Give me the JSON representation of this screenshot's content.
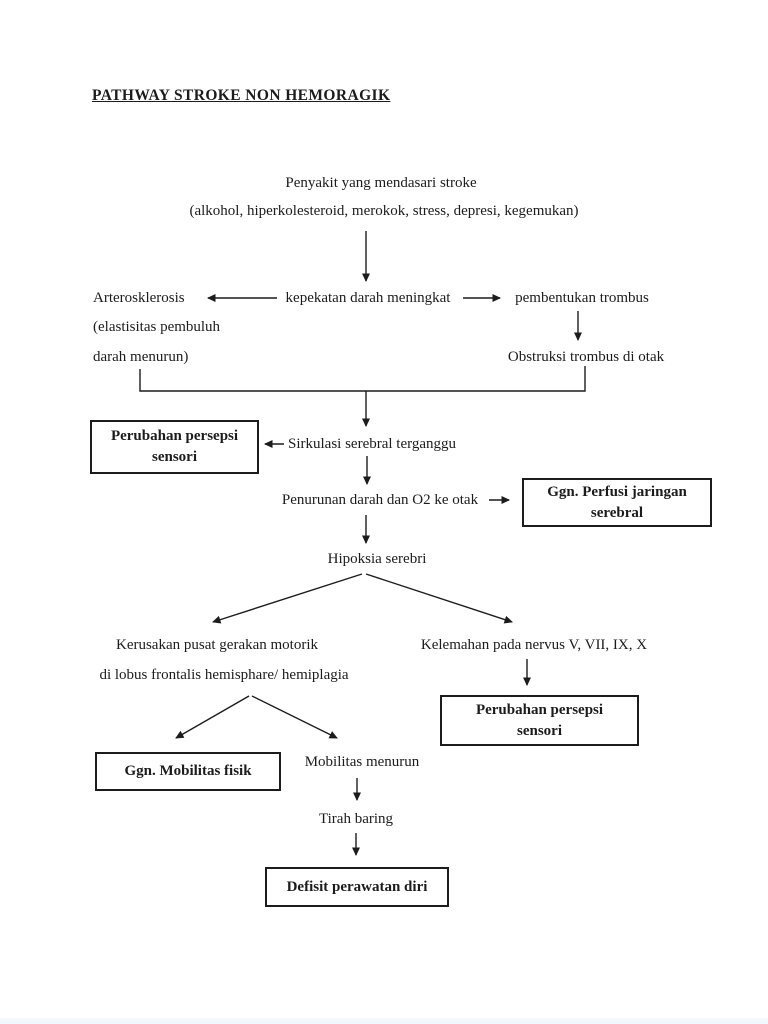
{
  "page": {
    "title": "PATHWAY STROKE NON HEMORAGIK"
  },
  "colors": {
    "ink": "#1c1c1c",
    "background": "#ffffff"
  },
  "diagram": {
    "underlying": {
      "line1": "Penyakit yang mendasari stroke",
      "line2": "(alkohol, hiperkolesteroid, merokok, stress, depresi, kegemukan)"
    },
    "arterosklerosis": {
      "line1": "Arterosklerosis",
      "line2": "(elastisitas pembuluh",
      "line3": "darah menurun)"
    },
    "kepekatan": {
      "label": "kepekatan darah meningkat"
    },
    "pembentukan_trombus": {
      "label": "pembentukan trombus"
    },
    "obstruksi": {
      "label": "Obstruksi trombus di otak"
    },
    "sirkulasi": {
      "label": "Sirkulasi serebral terganggu"
    },
    "perubahan_persepsi_sensori_left": {
      "line1": "Perubahan persepsi",
      "line2": "sensori"
    },
    "penurunan_o2": {
      "label": "Penurunan darah dan O2 ke otak"
    },
    "ggn_perfusi": {
      "line1": "Ggn. Perfusi jaringan",
      "line2": "serebral"
    },
    "hipoksia": {
      "label": "Hipoksia serebri"
    },
    "kerusakan_motorik": {
      "line1": "Kerusakan pusat gerakan motorik",
      "line2": "di lobus frontalis hemisphare/ hemiplagia"
    },
    "kelemahan_nervus": {
      "label": "Kelemahan pada nervus V, VII, IX, X"
    },
    "perubahan_persepsi_sensori_right": {
      "line1": "Perubahan persepsi",
      "line2": "sensori"
    },
    "ggn_mobilitas": {
      "label": "Ggn. Mobilitas fisik"
    },
    "mobilitas_menurun": {
      "label": "Mobilitas menurun"
    },
    "tirah_baring": {
      "label": "Tirah baring"
    },
    "defisit_perawatan": {
      "label": "Defisit perawatan diri"
    }
  }
}
